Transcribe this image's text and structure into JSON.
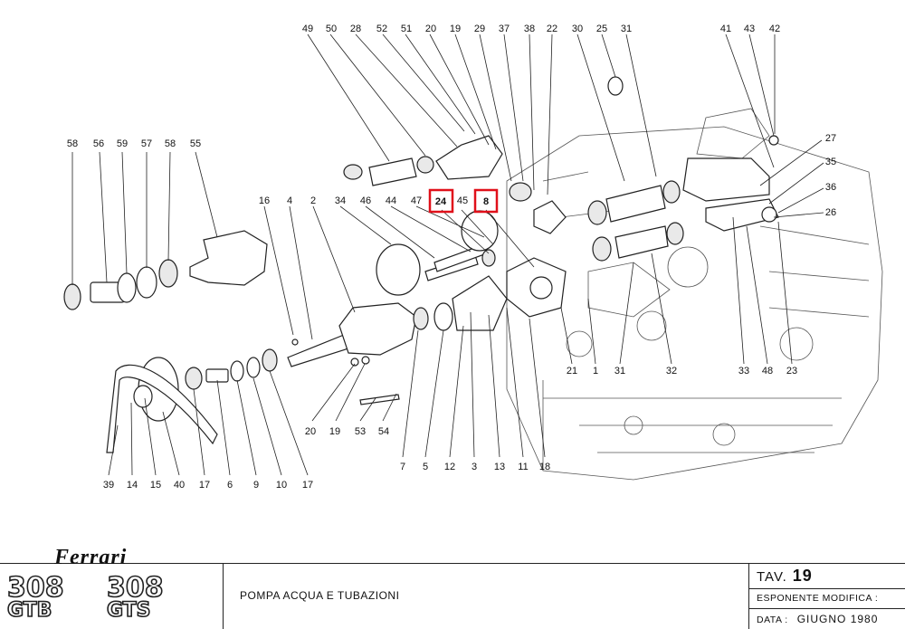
{
  "callouts": {
    "top": [
      "49",
      "50",
      "28",
      "52",
      "51",
      "20",
      "19",
      "29",
      "37",
      "38",
      "22",
      "30",
      "25",
      "31",
      "41",
      "43",
      "42"
    ],
    "left": [
      "58",
      "56",
      "59",
      "57",
      "58",
      "55"
    ],
    "mid": [
      "16",
      "4",
      "2",
      "34",
      "46",
      "44",
      "47",
      "24",
      "45",
      "8"
    ],
    "right": [
      "27",
      "35",
      "36",
      "26"
    ],
    "lower_mid": [
      "21",
      "1",
      "31",
      "32",
      "33",
      "48",
      "23"
    ],
    "bottom": [
      "39",
      "14",
      "15",
      "40",
      "17",
      "6",
      "9",
      "10",
      "17",
      "20",
      "19",
      "53",
      "54",
      "7",
      "5",
      "12",
      "3",
      "13",
      "11",
      "18"
    ]
  },
  "highlighted": [
    "24",
    "8"
  ],
  "highlight_color": "#e0101a",
  "titleblock": {
    "brand": "Ferrari",
    "model_left": "308",
    "model_left_sub": "GTB",
    "model_right": "308",
    "model_right_sub": "GTS",
    "title": "POMPA ACQUA E TUBAZIONI",
    "tav_label": "TAV.",
    "tav_number": "19",
    "esponente_label": "ESPONENTE  MODIFICA :",
    "data_label": "DATA :",
    "data_value": "GIUGNO  1980"
  }
}
